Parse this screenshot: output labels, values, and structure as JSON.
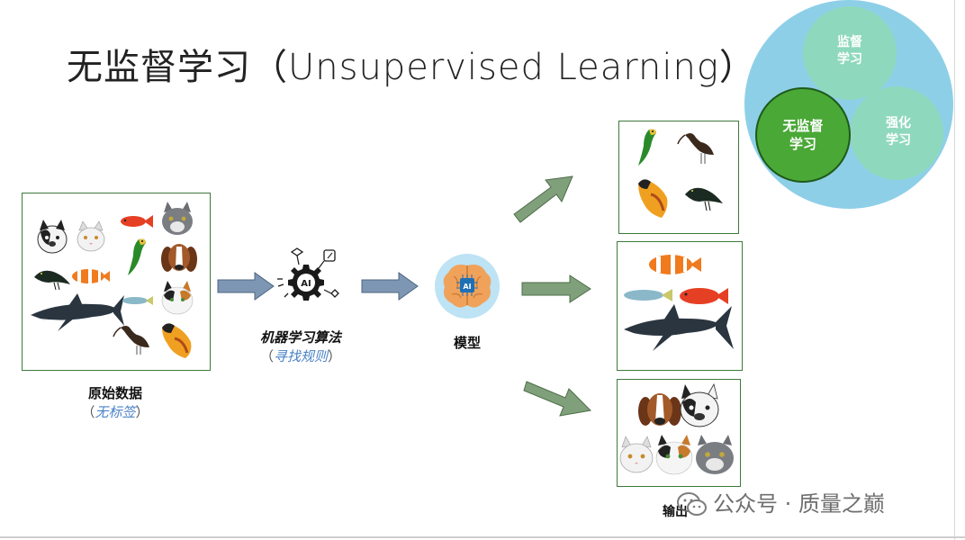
{
  "title": "无监督学习（Unsupervised Learning）",
  "raw_data": {
    "label": "原始数据",
    "sublabel": "无标签",
    "paren_open": "（",
    "paren_close": "）"
  },
  "algorithm": {
    "label": "机器学习算法",
    "sublabel": "寻找规则",
    "paren_open": "（",
    "paren_close": "）",
    "chip_text": "AI"
  },
  "model": {
    "label": "模型",
    "chip_text": "AI"
  },
  "output": {
    "label": "输出"
  },
  "venn": {
    "supervised": [
      "监督",
      "学习"
    ],
    "unsupervised": [
      "无监督",
      "学习"
    ],
    "reinforcement": [
      "强化",
      "学习"
    ]
  },
  "watermark": "公众号 · 质量之巅",
  "colors": {
    "arrow_blue": "#7d96b4",
    "arrow_green": "#7fa07a",
    "venn_outer": "#8ecfe8",
    "venn_light": "#8ed8be",
    "venn_dark": "#4aa837",
    "box_border": "#3c7a3c"
  },
  "icons": [
    "dog-icon",
    "cat-icon",
    "fish-icon",
    "bird-icon",
    "shark-icon",
    "gear-icon",
    "brain-icon"
  ]
}
